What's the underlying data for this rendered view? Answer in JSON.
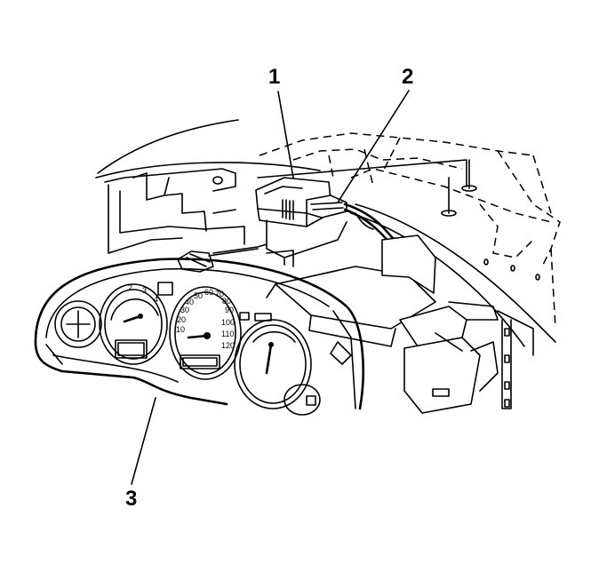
{
  "callouts": [
    {
      "id": "1",
      "label": "1",
      "points_to": "module"
    },
    {
      "id": "2",
      "label": "2",
      "points_to": "wiring-connector"
    },
    {
      "id": "3",
      "label": "3",
      "points_to": "instrument-cluster"
    }
  ],
  "cluster_dial_labels": {
    "speedometer": [
      "10",
      "20",
      "30",
      "40",
      "50",
      "60",
      "70",
      "80",
      "90",
      "100",
      "110",
      "120"
    ],
    "tachometer": [
      "2",
      "3",
      "4"
    ]
  }
}
